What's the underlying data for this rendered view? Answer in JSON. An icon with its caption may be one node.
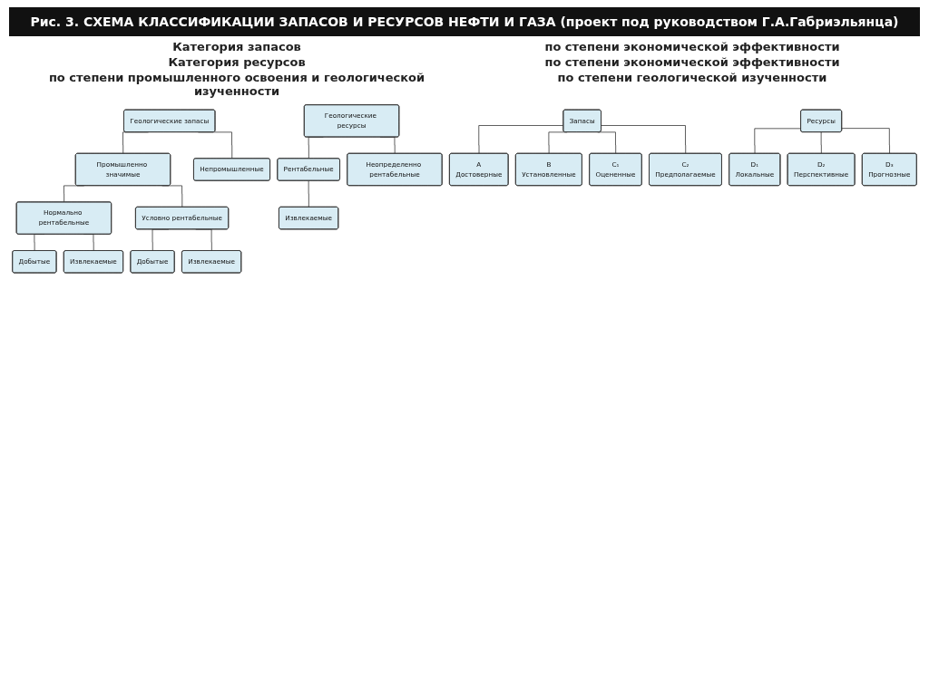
{
  "diagram": {
    "title": "Рис. 3. СХЕМА КЛАССИФИКАЦИИ ЗАПАСОВ И РЕСУРСОВ НЕФТИ И ГАЗА (проект под руководством Г.А.Габриэльянца)",
    "nodes": [
      {
        "text": [
          "Геологические запасы"
        ]
      },
      {
        "text": [
          "Промышленно значимые"
        ]
      },
      {
        "text": [
          "Непромышленные"
        ]
      },
      {
        "text": [
          "Нормально рентабельные"
        ]
      },
      {
        "text": [
          "Условно рентабельные"
        ]
      },
      {
        "text": [
          "Добытые"
        ]
      },
      {
        "text": [
          "Извлекаемые"
        ]
      },
      {
        "text": [
          "Добытые"
        ]
      },
      {
        "text": [
          "Извлекаемые"
        ]
      },
      {
        "text": [
          "Геологические ресурсы"
        ]
      },
      {
        "text": [
          "Рентабельные"
        ]
      },
      {
        "text": [
          "Неопределенно рентабельные"
        ]
      },
      {
        "text": [
          "Извлекаемые"
        ]
      },
      {
        "text": [
          "Запасы"
        ]
      },
      {
        "text": [
          "A",
          "Достоверные"
        ]
      },
      {
        "text": [
          "B",
          "Установленные"
        ]
      },
      {
        "text": [
          "C₁",
          "Оцененные"
        ]
      },
      {
        "text": [
          "C₂",
          "Предполагаемые"
        ]
      },
      {
        "text": [
          "Ресурсы"
        ]
      },
      {
        "text": [
          "D₁",
          "Локальные"
        ]
      },
      {
        "text": [
          "D₂",
          "Перспективные"
        ]
      },
      {
        "text": [
          "D₃",
          "Прогнозные"
        ]
      }
    ],
    "edges": [
      {
        "from": 0,
        "to": 1,
        "arrow": "none"
      },
      {
        "from": 0,
        "to": 2,
        "arrow": "none"
      },
      {
        "from": 1,
        "to": 3,
        "arrow": "none"
      },
      {
        "from": 1,
        "to": 4,
        "arrow": "none"
      },
      {
        "from": 3,
        "to": 5,
        "arrow": "none"
      },
      {
        "from": 3,
        "to": 6,
        "arrow": "none"
      },
      {
        "from": 4,
        "to": 7,
        "arrow": "none"
      },
      {
        "from": 4,
        "to": 8,
        "arrow": "none"
      },
      {
        "from": 9,
        "to": 10,
        "arrow": "none"
      },
      {
        "from": 9,
        "to": 11,
        "arrow": "none"
      },
      {
        "from": 10,
        "to": 12,
        "arrow": "none"
      },
      {
        "from": 13,
        "to": 14,
        "arrow": "none"
      },
      {
        "from": 13,
        "to": 15,
        "arrow": "none"
      },
      {
        "from": 13,
        "to": 16,
        "arrow": "none"
      },
      {
        "from": 13,
        "to": 17,
        "arrow": "none"
      },
      {
        "from": 18,
        "to": 19,
        "arrow": "none"
      },
      {
        "from": 18,
        "to": 20,
        "arrow": "none"
      },
      {
        "from": 18,
        "to": 21,
        "arrow": "none"
      }
    ],
    "labels": [
      "Категория запасов",
      "по степени экономической эффективности",
      "Категория ресурсов",
      "по степени экономической эффективности",
      "по степени промышленного освоения и геологической изученности",
      "по степени геологической изученности"
    ]
  }
}
